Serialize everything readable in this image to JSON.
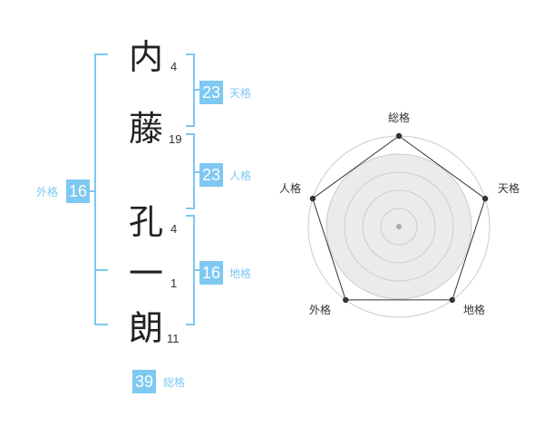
{
  "name": {
    "chars": [
      {
        "char": "内",
        "strokes": "4"
      },
      {
        "char": "藤",
        "strokes": "19"
      },
      {
        "char": "孔",
        "strokes": "4"
      },
      {
        "char": "一",
        "strokes": "1"
      },
      {
        "char": "朗",
        "strokes": "11"
      }
    ]
  },
  "fortunes": {
    "tenkaku": {
      "value": "23",
      "label": "天格"
    },
    "jinkaku": {
      "value": "23",
      "label": "人格"
    },
    "chikaku": {
      "value": "16",
      "label": "地格"
    },
    "gaikaku": {
      "value": "16",
      "label": "外格"
    },
    "soukaku": {
      "value": "39",
      "label": "総格"
    }
  },
  "radar": {
    "axes": [
      "総格",
      "天格",
      "地格",
      "外格",
      "人格"
    ],
    "values": [
      1,
      1,
      1,
      1,
      1
    ],
    "max": 1,
    "colors": {
      "ring": "#cccccc",
      "fill": "#ebebeb",
      "line": "#333333",
      "point": "#333333",
      "center": "#aaaaaa"
    }
  },
  "colors": {
    "accent": "#7ec8f2"
  }
}
